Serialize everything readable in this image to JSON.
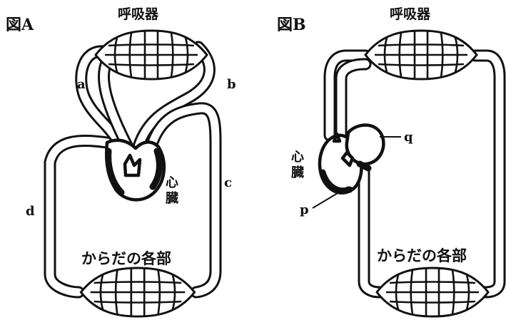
{
  "figure_a": {
    "title": "図A",
    "lungs_label": "呼吸器",
    "body_label": "からだの各部",
    "heart_label_1": "心",
    "heart_label_2": "臓",
    "vessel_a": "a",
    "vessel_b": "b",
    "vessel_c": "c",
    "vessel_d": "d"
  },
  "figure_b": {
    "title": "図B",
    "lungs_label": "呼吸器",
    "body_label": "からだの各部",
    "heart_label_1": "心",
    "heart_label_2": "臓",
    "chamber_p": "p",
    "chamber_q": "q"
  },
  "colors": {
    "line": "#111111",
    "background": "#ffffff"
  }
}
